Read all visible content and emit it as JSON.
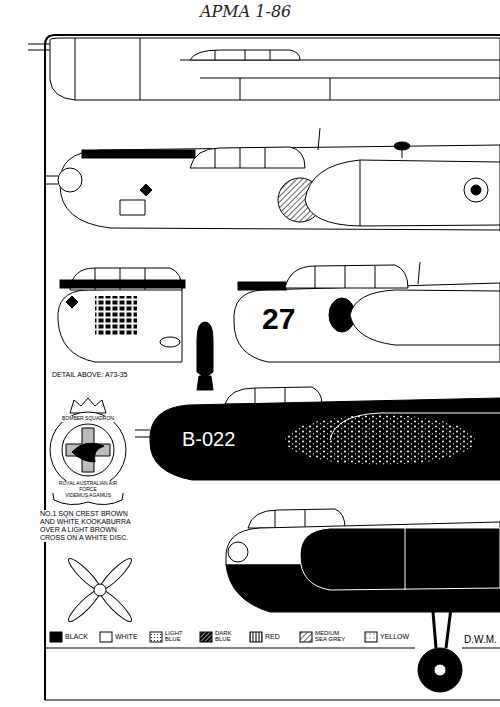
{
  "diagram": {
    "title": "APMA 1-86",
    "labels": [
      "27",
      "DETAIL ABOVE: A73-35",
      "B-022",
      "BOMBER SQUADRON",
      "ROYAL AUSTRALIAN AIR FORCE",
      "VIDEMUS AGAMUS",
      "NO.1 SQN CREST BROWN AND WHITE KOOKABURRA OVER A LIGHT BROWN CROSS ON A WHITE DISC.",
      "D.W.M."
    ],
    "legend": [
      {
        "text": "BLACK",
        "color": "#000000"
      },
      {
        "text": "WHITE",
        "color": "#ffffff"
      },
      {
        "text": "LIGHT BLUE"
      },
      {
        "text": "DARK BLUE"
      },
      {
        "text": "RED"
      },
      {
        "text": "MEDIUM SEA GREY"
      },
      {
        "text": "YELLOW"
      }
    ]
  }
}
